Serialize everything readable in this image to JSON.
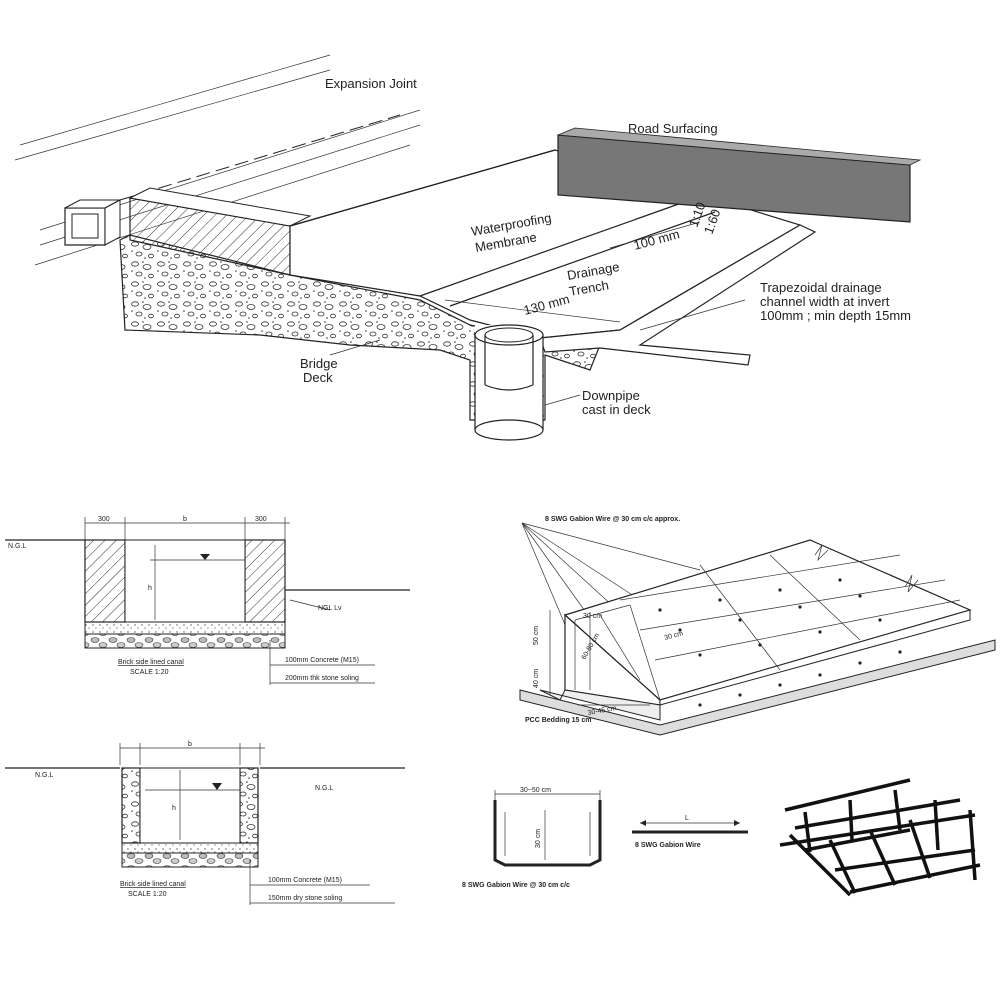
{
  "top_diagram": {
    "labels": {
      "expansion_joint": "Expansion Joint",
      "road_surfacing": "Road Surfacing",
      "waterproofing_1": "Waterproofing",
      "waterproofing_2": "Membrane",
      "drainage_1": "Drainage",
      "drainage_2": "Trench",
      "dim_100": "100 mm",
      "dim_130": "130 mm",
      "slope_1": "1:10",
      "slope_2": "1:60",
      "note_1": "Trapezoidal drainage",
      "note_2": "channel width at invert",
      "note_3": "100mm ; min depth 15mm",
      "bridge_1": "Bridge",
      "bridge_2": "Deck",
      "downpipe_1": "Downpipe",
      "downpipe_2": "cast in deck"
    }
  },
  "canal_section_1": {
    "dim_left": "300",
    "dim_mid": "b",
    "dim_right": "300",
    "ngl_left": "N.G.L",
    "ngl_right": "NGL Lv",
    "depth": "h",
    "title": "Brick side lined canal",
    "scale": "SCALE 1:20",
    "note_1": "100mm Concrete (M15)",
    "note_2": "200mm thk stone soling"
  },
  "canal_section_2": {
    "dim_mid": "b",
    "ngl_left": "N.G.L",
    "ngl_right": "N.G.L",
    "depth": "h",
    "title": "Brick side lined canal",
    "scale": "SCALE 1:20",
    "note_1": "100mm Concrete (M15)",
    "note_2": "150mm dry stone soling"
  },
  "gabion_iso": {
    "top_label": "8 SWG Gabion Wire @ 30 cm c/c approx.",
    "dim_50": "50 cm",
    "dim_40": "40 cm",
    "dim_30": "30 cm",
    "dim_60": "60-80 cm",
    "width_label": "30-45 cm",
    "bottom_label": "PCC Bedding 15 cm"
  },
  "gabion_u": {
    "top_dim": "30~50 cm",
    "side_dim": "30 cm",
    "caption": "8 SWG Gabion Wire @ 30 cm c/c"
  },
  "bar": {
    "length": "L",
    "caption": "8 SWG Gabion Wire"
  }
}
